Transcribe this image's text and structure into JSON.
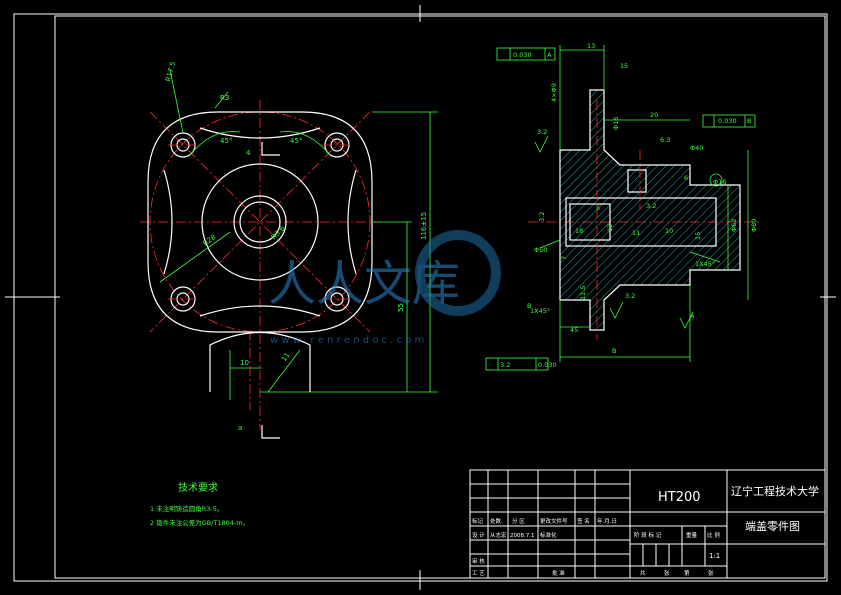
{
  "title_block": {
    "material": "HT200",
    "school": "辽宁工程技术大学",
    "part_name": "端盖零件图",
    "scale": "1:1",
    "row_headers": [
      "标记",
      "处数",
      "分 区",
      "更改文件号",
      "签 名",
      "年.月.日"
    ],
    "stage_headers": [
      "阶 段 标 记",
      "重量",
      "比 例"
    ],
    "design_row": [
      "设 计",
      "从志宏",
      "2008.7.1",
      "标准化"
    ],
    "review_label": "审 核",
    "process_label": "工 艺",
    "approve_label": "批 准",
    "sheet_text": [
      "共",
      "张",
      "第",
      "张"
    ]
  },
  "tech_requirements": {
    "heading": "技术要求",
    "items": [
      "1  未注明铸造圆角R3-5。",
      "2  锻件未注公差为GB/T1804-m。"
    ]
  },
  "dimensions": {
    "front": [
      "R17.5",
      "R3",
      "45°",
      "45°",
      "4",
      "R28",
      "11",
      "10",
      "a",
      "R3.6",
      "116±15",
      "55"
    ],
    "section": [
      "0.030",
      "A",
      "13",
      "15",
      "3.2",
      "4×Φ9",
      "Φ16",
      "20",
      "0.030",
      "B",
      "6.3",
      "Φ40",
      "6",
      "3.2",
      "Φ80",
      "Φ62",
      "5",
      "12",
      "11",
      "3.2",
      "18",
      "10",
      "15",
      "Φ50",
      "1X45°",
      "1X45°",
      "3.2",
      "3.2",
      "0.030",
      "B",
      "45",
      "7",
      "12.5",
      "Φ16",
      "B",
      "A",
      "6.3"
    ]
  },
  "watermark": {
    "text": "人人文库",
    "url": "w w w . r e n r e n d o c . c o m"
  }
}
